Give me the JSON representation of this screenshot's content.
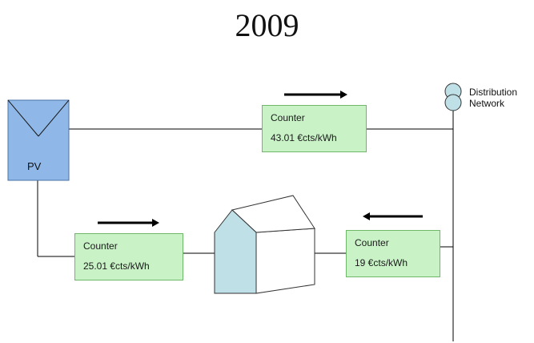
{
  "title": "2009",
  "pv": {
    "label": "PV"
  },
  "network": {
    "line1": "Distribution",
    "line2": "Network"
  },
  "counters": [
    {
      "label": "Counter",
      "price": "43.01 €cts/kWh"
    },
    {
      "label": "Counter",
      "price": "25.01 €cts/kWh"
    },
    {
      "label": "Counter",
      "price": "19 €cts/kWh"
    }
  ],
  "colors": {
    "pv_panel": "#8fb8e8",
    "counter_fill": "#c9f2c7",
    "counter_border": "#6fb86a",
    "transformer": "#bfe0e6",
    "house_front": "#bfe0e6"
  }
}
